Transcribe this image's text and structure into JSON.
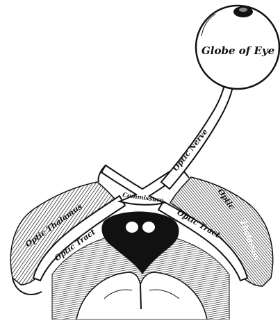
{
  "labels": {
    "globe": "Globe of Eye",
    "optic_nerve": "Optic Nerve",
    "commissure": "Commissure",
    "optic_thalamus": "Optic Thalamus",
    "optic_tract_left": "Optic Tract",
    "optic_tract_right": "Optic Tract",
    "optic_right": "Optic",
    "thalamus_right": "Thalamus"
  },
  "colors": {
    "ink": "#111111",
    "paper": "#ffffff"
  }
}
